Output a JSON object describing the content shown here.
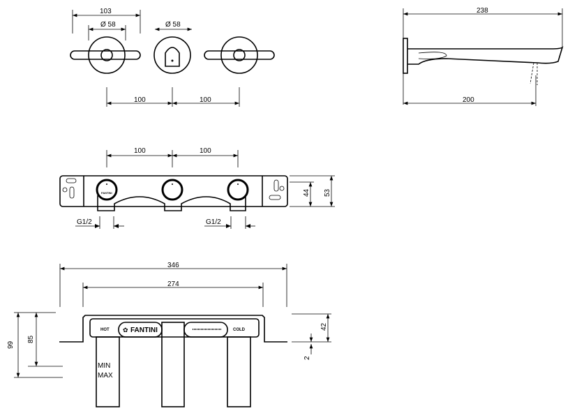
{
  "front_view": {
    "overall_width": "103",
    "handle_diameter": "Ø 58",
    "spout_diameter": "Ø 58",
    "spacing_left": "100",
    "spacing_right": "100"
  },
  "side_view": {
    "projection": "238",
    "spout_reach": "200"
  },
  "box_top_view": {
    "spacing_left": "100",
    "spacing_right": "100",
    "depth_inner": "44",
    "depth_outer": "53",
    "thread_left": "G1/2",
    "thread_right": "G1/2",
    "brand_small": "FANTINI"
  },
  "box_front_view": {
    "overall_width": "346",
    "fixing_width": "274",
    "total_height": "99",
    "inner_height": "85",
    "bracket_height": "42",
    "bracket_thickness": "2",
    "hot_label": "HOT",
    "brand": "FANTINI",
    "cold_label": "COLD",
    "min_label": "MIN",
    "max_label": "MAX"
  }
}
